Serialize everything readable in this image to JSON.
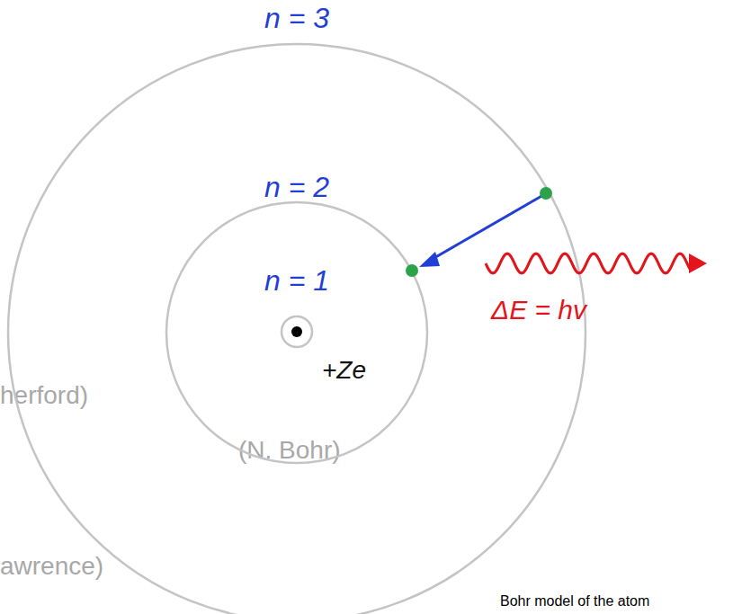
{
  "diagram": {
    "caption": "Bohr model of the atom",
    "labels": [
      "n = 3",
      "n = 2",
      "n = 1",
      "+Ze",
      "ΔE = hv",
      "herford)",
      "(N. Bohr)",
      "awrence)"
    ]
  }
}
